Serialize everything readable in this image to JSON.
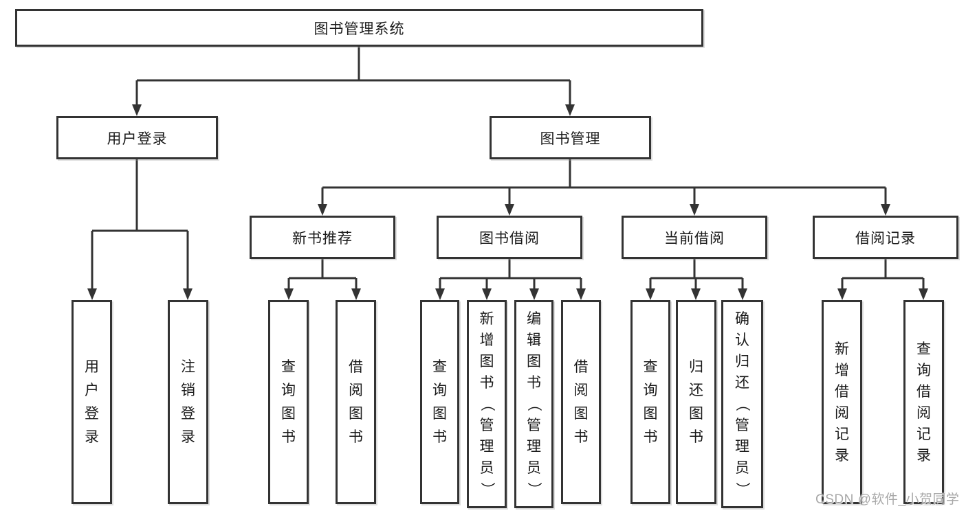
{
  "diagram": {
    "title": "图书管理系统",
    "watermark": "CSDN @软件_小贺同学",
    "colors": {
      "line": "#333333",
      "text": "#1a1a1a",
      "box_bg": "#ffffff",
      "watermark": "#a8a8a8"
    },
    "nodes": {
      "root": {
        "label": "图书管理系统"
      },
      "user_login": {
        "label": "用户登录"
      },
      "book_mgmt": {
        "label": "图书管理"
      },
      "user_login_do": {
        "label": "用户登录"
      },
      "user_logout": {
        "label": "注销登录"
      },
      "new_book_rec": {
        "label": "新书推荐"
      },
      "book_borrow": {
        "label": "图书借阅"
      },
      "current_borrow": {
        "label": "当前借阅"
      },
      "borrow_record": {
        "label": "借阅记录"
      },
      "rec_query_book": {
        "label": "查询图书"
      },
      "rec_borrow_book": {
        "label": "借阅图书"
      },
      "bb_query_book": {
        "label": "查询图书"
      },
      "bb_add_book": {
        "label": "新增图书（管理员）"
      },
      "bb_edit_book": {
        "label": "编辑图书（管理员）"
      },
      "bb_borrow_book": {
        "label": "借阅图书"
      },
      "cb_query_book": {
        "label": "查询图书"
      },
      "cb_return_book": {
        "label": "归还图书"
      },
      "cb_confirm_return": {
        "label": "确认归还（管理员）"
      },
      "br_add_record": {
        "label": "新增借阅记录"
      },
      "br_query_record": {
        "label": "查询借阅记录"
      }
    },
    "edges": [
      [
        "root",
        "user_login"
      ],
      [
        "root",
        "book_mgmt"
      ],
      [
        "user_login",
        "user_login_do"
      ],
      [
        "user_login",
        "user_logout"
      ],
      [
        "book_mgmt",
        "new_book_rec"
      ],
      [
        "book_mgmt",
        "book_borrow"
      ],
      [
        "book_mgmt",
        "current_borrow"
      ],
      [
        "book_mgmt",
        "borrow_record"
      ],
      [
        "new_book_rec",
        "rec_query_book"
      ],
      [
        "new_book_rec",
        "rec_borrow_book"
      ],
      [
        "book_borrow",
        "bb_query_book"
      ],
      [
        "book_borrow",
        "bb_add_book"
      ],
      [
        "book_borrow",
        "bb_edit_book"
      ],
      [
        "book_borrow",
        "bb_borrow_book"
      ],
      [
        "current_borrow",
        "cb_query_book"
      ],
      [
        "current_borrow",
        "cb_return_book"
      ],
      [
        "current_borrow",
        "cb_confirm_return"
      ],
      [
        "borrow_record",
        "br_add_record"
      ],
      [
        "borrow_record",
        "br_query_record"
      ]
    ]
  }
}
